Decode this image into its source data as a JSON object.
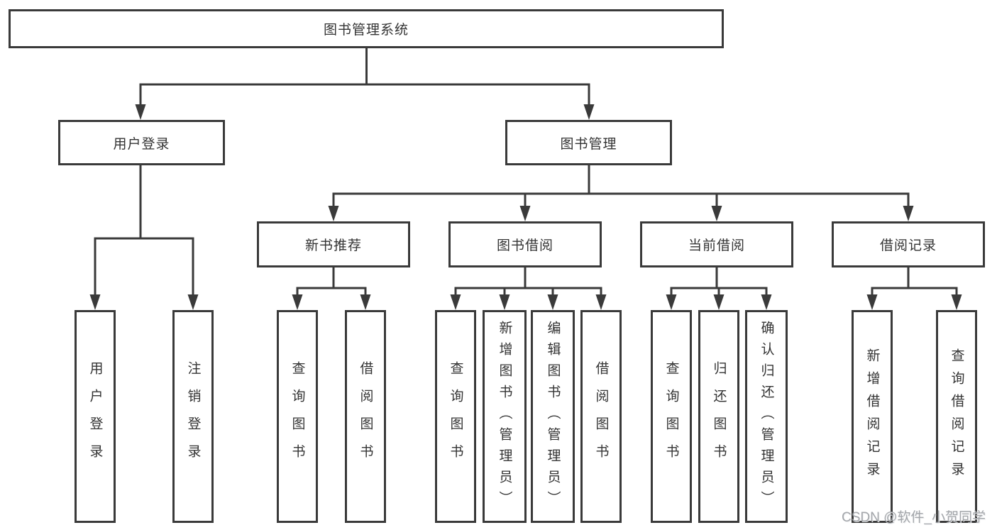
{
  "colors": {
    "line": "#3a3a3a",
    "node_border": "#3a3a3a",
    "node_fill": "#ffffff",
    "text": "#333333",
    "watermark": "#9a9da2",
    "background": "#ffffff"
  },
  "watermark": {
    "text": "CSDN @软件_小贺同学"
  },
  "tree": {
    "root": "图书管理系统",
    "branches": [
      {
        "label": "用户登录",
        "children": [
          "用户登录",
          "注销登录"
        ]
      },
      {
        "label": "图书管理",
        "children": [
          {
            "label": "新书推荐",
            "children": [
              "查询图书",
              "借阅图书"
            ]
          },
          {
            "label": "图书借阅",
            "children": [
              "查询图书",
              "新增图书（管理员）",
              "编辑图书（管理员）",
              "借阅图书"
            ]
          },
          {
            "label": "当前借阅",
            "children": [
              "查询图书",
              "归还图书",
              "确认归还（管理员）"
            ]
          },
          {
            "label": "借阅记录",
            "children": [
              "新增借阅记录",
              "查询借阅记录"
            ]
          }
        ]
      }
    ]
  }
}
